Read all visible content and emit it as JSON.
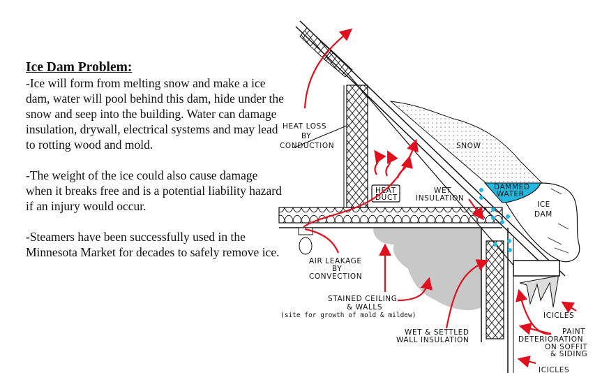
{
  "text_panel": {
    "heading": "Ice Dam Problem:",
    "paragraphs": [
      "-Ice will form from melting snow and make a ice dam, water will pool behind this dam, hide under the snow and seep into the building.   Water can damage insulation, drywall, electrical systems and may lead to rotting wood and mold.",
      "-The weight of the ice could also cause damage when it breaks free and is a potential liability hazard if an injury would occur.",
      "-Steamers have been successfully used in the Minnesota Market for decades to safely remove ice."
    ]
  },
  "diagram": {
    "labels": {
      "heat_loss": [
        "HEAT LOSS",
        "BY",
        "CONDUCTION"
      ],
      "snow": "SNOW",
      "heat_duct": [
        "HEAT",
        "DUCT"
      ],
      "wet_insulation": [
        "WET",
        "INSULATION"
      ],
      "dammed_water": [
        "DAMMED",
        "WATER"
      ],
      "ice_dam": [
        "ICE",
        "DAM"
      ],
      "air_leakage": [
        "AIR LEAKAGE",
        "BY",
        "CONVECTION"
      ],
      "stained_ceiling": [
        "STAINED CEILING",
        "& WALLS",
        "(site for growth of mold & mildew)"
      ],
      "wet_settled": [
        "WET & SETTLED",
        "WALL INSULATION"
      ],
      "icicles_top": "ICICLES",
      "paint": [
        "PAINT",
        "DETERIORATION",
        "ON SOFFIT",
        "& SIDING"
      ],
      "icicles_bottom": "ICICLES"
    },
    "colors": {
      "arrow": "#e0101e",
      "water": "#22b8e0",
      "stain": "#c8c8c8",
      "line": "#111111"
    }
  }
}
